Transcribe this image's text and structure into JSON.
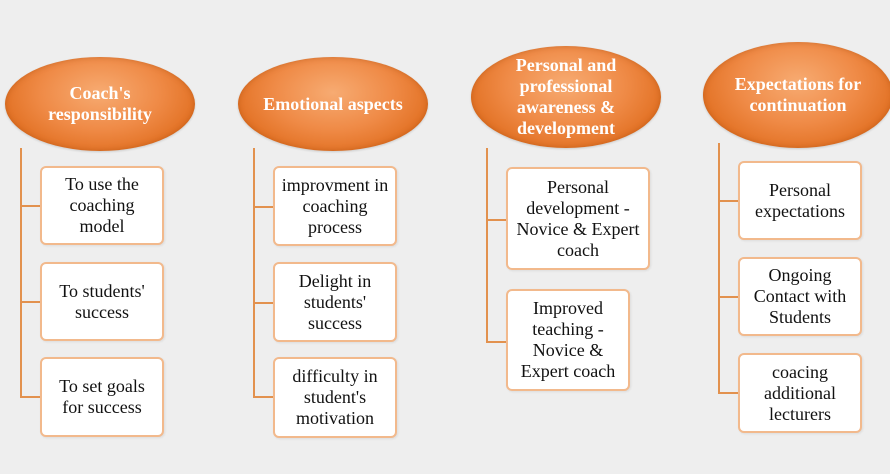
{
  "columns": [
    {
      "header": "Coach's responsibility",
      "items": [
        "To use the coaching model",
        "To students' success",
        "To set goals for success"
      ]
    },
    {
      "header": "Emotional aspects",
      "items": [
        "improvment in coaching process",
        "Delight in students' success",
        "difficulty in student's motivation"
      ]
    },
    {
      "header": "Personal and professional awareness & development",
      "items": [
        "Personal development - Novice & Expert coach",
        "Improved teaching - Novice & Expert coach"
      ]
    },
    {
      "header": "Expectations for continuation",
      "items": [
        "Personal expectations",
        "Ongoing Contact with Students",
        "coacing additional lecturers"
      ]
    }
  ],
  "colors": {
    "header_fill": "#ef8a46",
    "box_border": "#f2b98c",
    "connector": "#e2914e"
  }
}
